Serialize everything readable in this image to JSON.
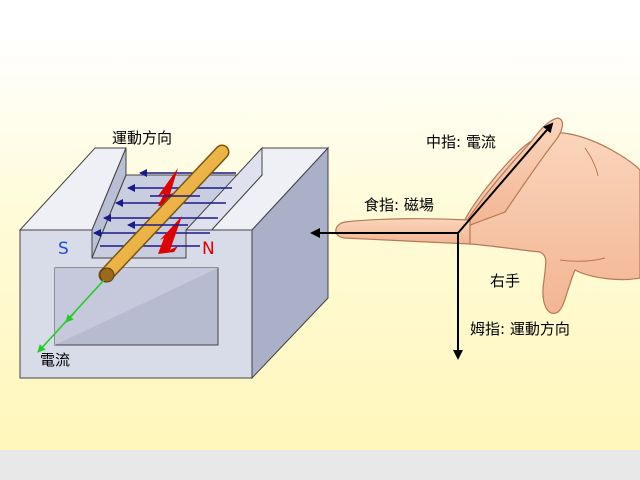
{
  "labels": {
    "motion_top": "運動方向",
    "current_bottom": "電流",
    "middle_finger": "中指: 電流",
    "index_finger": "食指: 磁場",
    "right_hand": "右手",
    "thumb": "姆指: 運動方向"
  },
  "poles": {
    "south": "S",
    "north": "N"
  },
  "colors": {
    "magnet_face": "#d8dce9",
    "magnet_side": "#a9b0c8",
    "rod": "#f0b43a",
    "force_arrow": "#e00000",
    "field_lines": "#1a1a8a",
    "current": "#22cc22",
    "pole_s": "#1f4fcf",
    "pole_n": "#e00000",
    "skin": "#f8c7a6"
  }
}
